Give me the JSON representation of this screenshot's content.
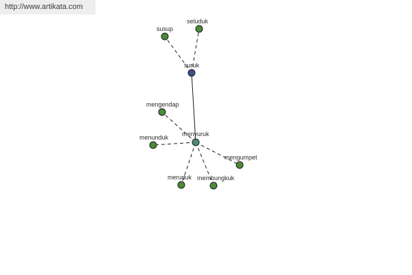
{
  "source_url": "http://www.artikata.com",
  "colors": {
    "center": "#3d4f8c",
    "hub": "#4e8a7a",
    "leaf": "#4c8a3c",
    "edge": "#1a1a1a",
    "node_stroke": "#1c1c1c"
  },
  "nodes": [
    {
      "id": "suruk",
      "label": "suruk",
      "kind": "center"
    },
    {
      "id": "menyuruk",
      "label": "menyuruk",
      "kind": "hub"
    },
    {
      "id": "susup",
      "label": "susup",
      "kind": "leaf"
    },
    {
      "id": "seluduk",
      "label": "seluduk",
      "kind": "leaf"
    },
    {
      "id": "mengendap",
      "label": "mengendap",
      "kind": "leaf"
    },
    {
      "id": "menunduk",
      "label": "menunduk",
      "kind": "leaf"
    },
    {
      "id": "mengumpet",
      "label": "mengumpet",
      "kind": "leaf"
    },
    {
      "id": "meruduk",
      "label": "meruduk",
      "kind": "leaf"
    },
    {
      "id": "membungkuk",
      "label": "membungkuk",
      "kind": "leaf"
    }
  ],
  "edges": [
    {
      "from": "suruk",
      "to": "susup",
      "style": "dashed"
    },
    {
      "from": "suruk",
      "to": "seluduk",
      "style": "dashed"
    },
    {
      "from": "suruk",
      "to": "menyuruk",
      "style": "solid"
    },
    {
      "from": "menyuruk",
      "to": "mengendap",
      "style": "dashed"
    },
    {
      "from": "menyuruk",
      "to": "menunduk",
      "style": "dashed"
    },
    {
      "from": "menyuruk",
      "to": "mengumpet",
      "style": "dashed"
    },
    {
      "from": "menyuruk",
      "to": "meruduk",
      "style": "dashed"
    },
    {
      "from": "menyuruk",
      "to": "membungkuk",
      "style": "dashed"
    }
  ]
}
